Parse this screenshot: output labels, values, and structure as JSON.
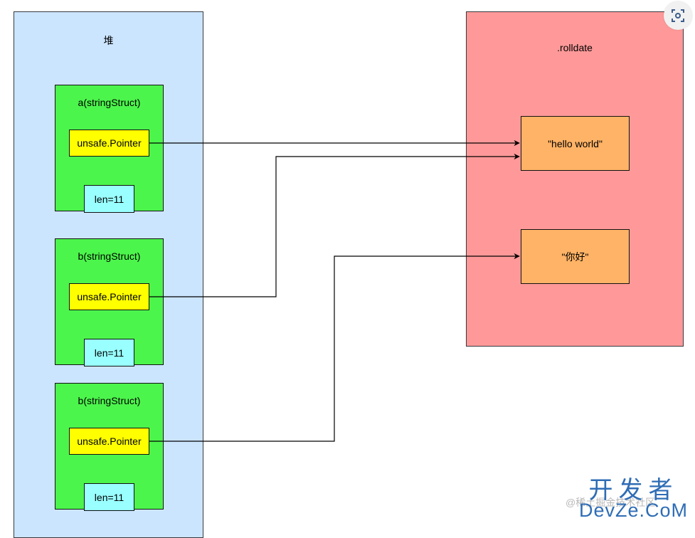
{
  "heap": {
    "title": "堆",
    "structs": [
      {
        "title": "a(stringStruct)",
        "pointer": "unsafe.Pointer",
        "len": "len=11"
      },
      {
        "title": "b(stringStruct)",
        "pointer": "unsafe.Pointer",
        "len": "len=11"
      },
      {
        "title": "b(stringStruct)",
        "pointer": "unsafe.Pointer",
        "len": "len=11"
      }
    ]
  },
  "rodata": {
    "title": ".rolldate",
    "strings": [
      "\"hello world\"",
      "\"你好\""
    ]
  },
  "edges": [
    {
      "from": "heap.structs.0.pointer",
      "to": "rodata.strings.0"
    },
    {
      "from": "heap.structs.1.pointer",
      "to": "rodata.strings.0"
    },
    {
      "from": "heap.structs.2.pointer",
      "to": "rodata.strings.1"
    }
  ],
  "colors": {
    "heap_bg": "#cce5ff",
    "struct_bg": "#4cf54c",
    "pointer_bg": "#ffff00",
    "len_bg": "#99ffff",
    "rodata_bg": "#ff9999",
    "string_bg": "#ffb366",
    "brand": "#2f6db5"
  },
  "overlay": {
    "lens_icon": "visual-search-icon",
    "watermark": "@稀土掘金技术社区",
    "brand_top": "开发者",
    "brand_bottom": "DevZe.CoM"
  }
}
